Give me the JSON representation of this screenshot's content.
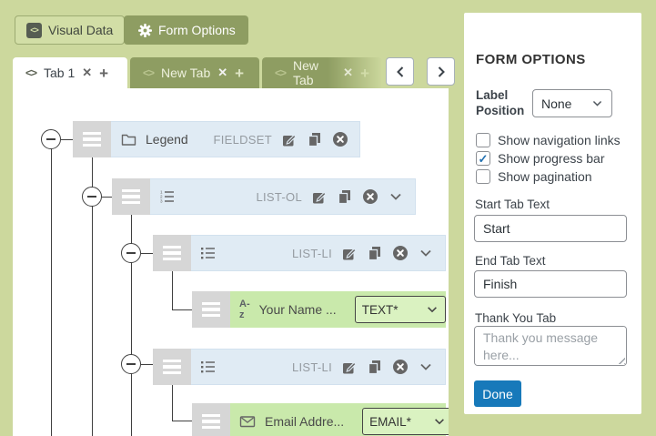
{
  "toolbar": {
    "visual_data_label": "Visual Data",
    "form_options_label": "Form Options"
  },
  "tabs": {
    "active_label": "Tab 1",
    "inactive": [
      {
        "label": "New Tab"
      },
      {
        "label": "New Tab"
      }
    ],
    "close_glyph": "✕",
    "add_glyph": "+",
    "code_glyph": "<>"
  },
  "tree": {
    "rows": [
      {
        "icon": "folder-icon",
        "label": "Legend",
        "type": "FIELDSET"
      },
      {
        "icon": "ordered-list-icon",
        "label": "",
        "type": "LIST-OL"
      },
      {
        "icon": "unordered-list-icon",
        "label": "",
        "type": "LIST-LI"
      },
      {
        "icon": "text-field-icon",
        "label": "Your Name ...",
        "field_type": "TEXT*"
      },
      {
        "icon": "unordered-list-icon",
        "label": "",
        "type": "LIST-LI"
      },
      {
        "icon": "email-icon",
        "label": "Email Addre...",
        "field_type": "EMAIL*"
      }
    ],
    "az_glyph": "A-z"
  },
  "panel": {
    "title": "FORM OPTIONS",
    "label_position": {
      "label": "Label Position",
      "value": "None"
    },
    "checkboxes": [
      {
        "label": "Show navigation links",
        "checked": false
      },
      {
        "label": "Show progress bar",
        "checked": true
      },
      {
        "label": "Show pagination",
        "checked": false
      }
    ],
    "start_tab": {
      "label": "Start Tab Text",
      "value": "Start"
    },
    "end_tab": {
      "label": "End Tab Text",
      "value": "Finish"
    },
    "thank_you": {
      "label": "Thank You Tab",
      "placeholder": "Thank you message here..."
    },
    "done_label": "Done"
  },
  "icons": {
    "visual-data-icon": "dark page with <> code",
    "gear-icon": "white gear",
    "folder-icon": "outline folder",
    "ordered-list-icon": "numbered list lines",
    "unordered-list-icon": "bulleted list lines",
    "text-field-icon": "A-z glyph",
    "email-icon": "outline envelope",
    "edit-icon": "square with pencil",
    "copy-icon": "two stacked pages",
    "delete-icon": "filled circle with x",
    "chevron-down-icon": "v chevron",
    "collapse-icon": "circle with minus"
  },
  "colors": {
    "page_bg": "#ccd89d",
    "olive_accent": "#8e9d62",
    "blue_row_bg": "#e0ebf4",
    "green_row_bg": "#c9e9ab",
    "green_select_bg": "#daf2c1",
    "handle_gray": "#d6d6d6",
    "done_blue": "#1779ba",
    "check_blue": "#2271b1",
    "line_dark": "#3f3f3f"
  }
}
